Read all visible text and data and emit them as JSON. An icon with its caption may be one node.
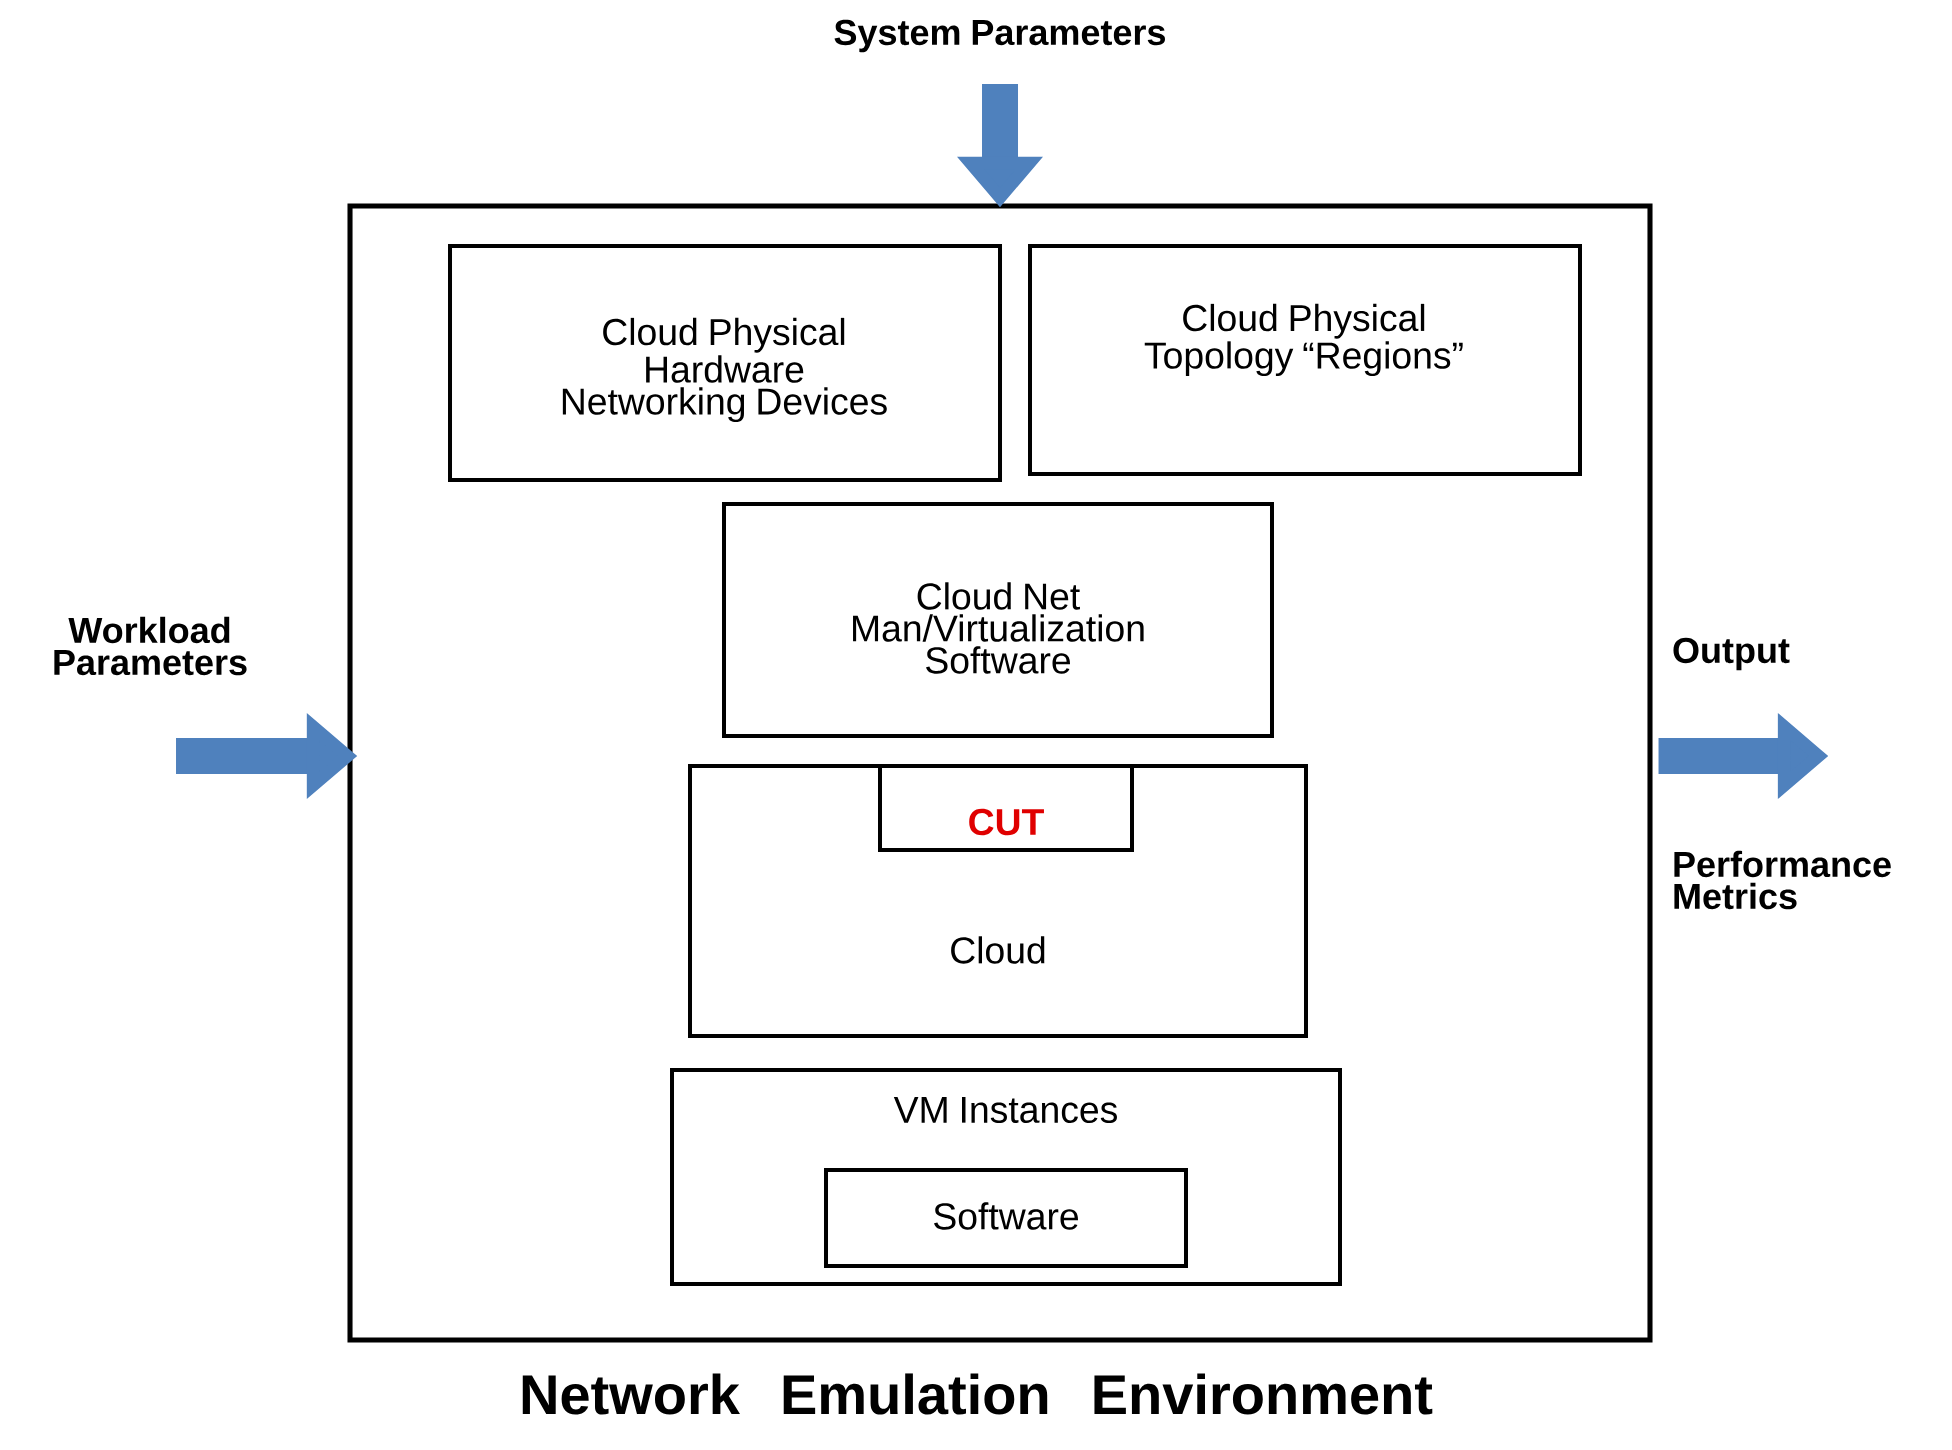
{
  "diagram": {
    "nodes": [
      {
        "text": [
          "Network Emulation Environment"
        ]
      },
      {
        "text": [
          "Cloud Physical Hardware Networking Devices"
        ],
        "in": 0
      },
      {
        "text": [
          "Cloud Physical Topology “Regions”"
        ],
        "in": 0
      },
      {
        "text": [
          "Cloud Net Man/Virtualization Software"
        ],
        "in": 0
      },
      {
        "text": [
          "Cloud"
        ],
        "in": 0
      },
      {
        "text": [
          "CUT"
        ],
        "in": 4
      },
      {
        "text": [
          "VM Instances"
        ],
        "in": 0
      },
      {
        "text": [
          "Software"
        ],
        "in": 6
      },
      {
        "text": [
          "System Parameters"
        ]
      },
      {
        "text": [
          "Workload Parameters"
        ]
      }
    ],
    "edges": [
      {
        "from": 8,
        "to": 0,
        "arrow": "to"
      },
      {
        "from": 9,
        "to": 0,
        "arrow": "to"
      },
      {
        "from": 0,
        "to": null,
        "arrow": "to"
      }
    ],
    "labels": [
      "Output",
      "Performance Metrics"
    ]
  }
}
